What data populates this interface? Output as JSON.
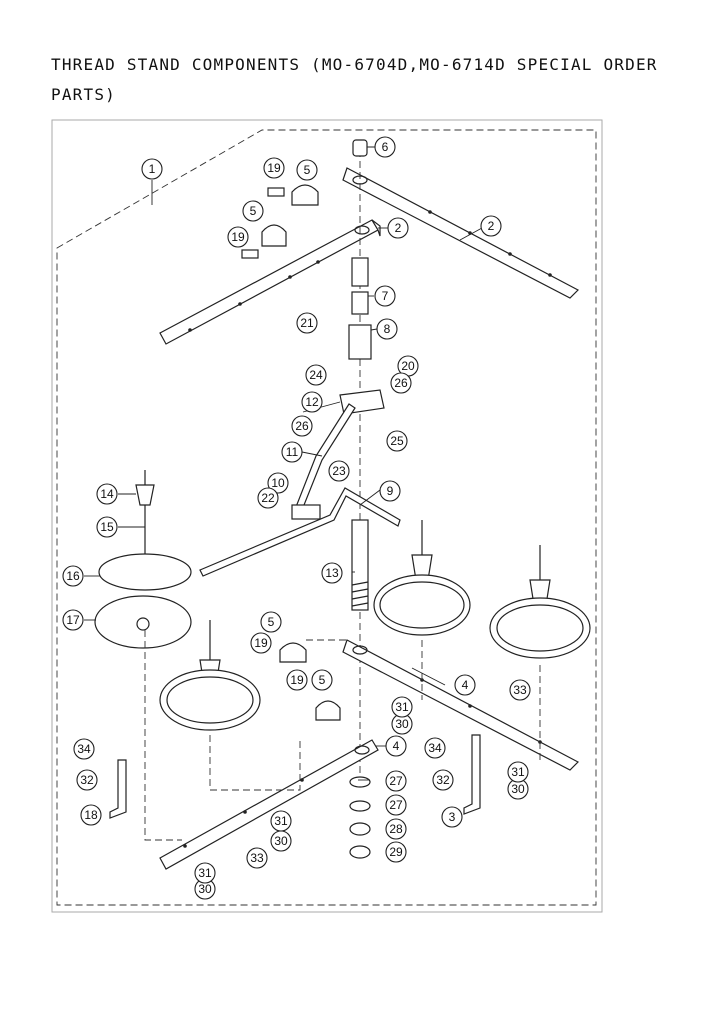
{
  "title": "THREAD STAND COMPONENTS (MO-6704D,MO-6714D SPECIAL ORDER PARTS)",
  "callouts": [
    "1",
    "2",
    "2",
    "3",
    "4",
    "4",
    "5",
    "5",
    "5",
    "5",
    "6",
    "7",
    "8",
    "9",
    "10",
    "11",
    "12",
    "13",
    "14",
    "15",
    "16",
    "17",
    "18",
    "19",
    "19",
    "19",
    "19",
    "20",
    "21",
    "22",
    "23",
    "24",
    "25",
    "26",
    "26",
    "27",
    "27",
    "28",
    "29",
    "30",
    "30",
    "30",
    "30",
    "31",
    "31",
    "31",
    "31",
    "32",
    "32",
    "33",
    "33",
    "34",
    "34"
  ]
}
